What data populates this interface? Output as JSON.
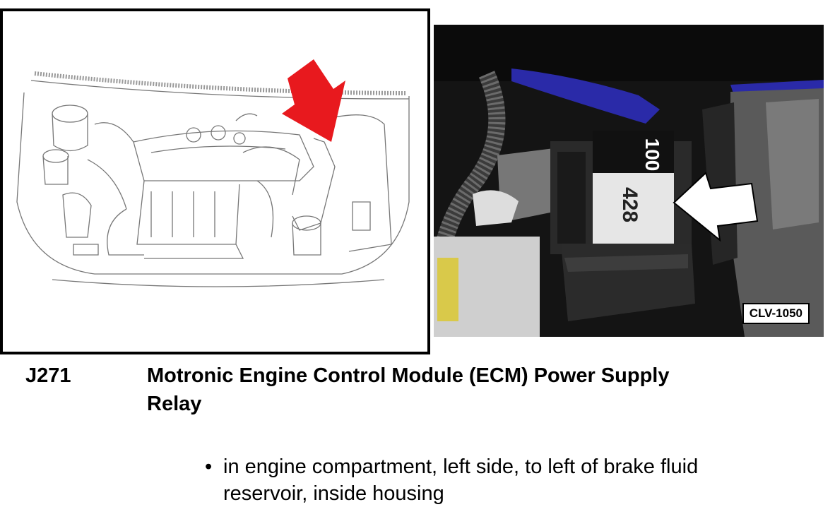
{
  "photo": {
    "label_tag": "CLV-1050",
    "relay_marks": [
      "428",
      "100"
    ]
  },
  "component": {
    "code": "J271",
    "title": "Motronic Engine Control Module (ECM) Power Supply Relay"
  },
  "location": {
    "bullet": "•",
    "text": "in engine compartment, left side, to left of brake fluid reservoir, inside housing"
  },
  "colors": {
    "arrow_red": "#e8191e",
    "photo_blue": "#2a2aa8",
    "arrow_white": "#ffffff"
  }
}
